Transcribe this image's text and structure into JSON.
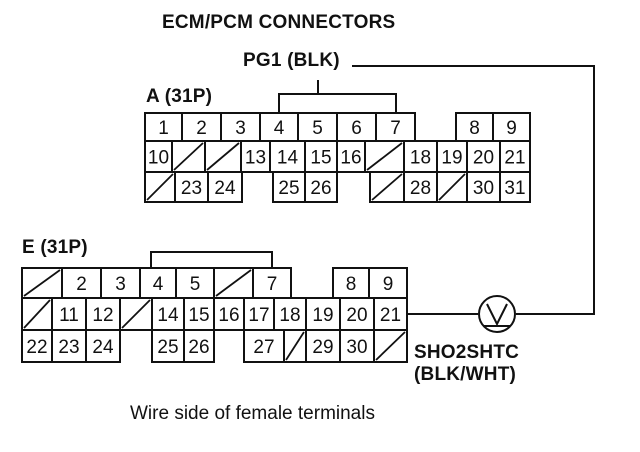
{
  "title": "ECM/PCM CONNECTORS",
  "pg1_label": "PG1 (BLK)",
  "connector_a": {
    "label": "A (31P)",
    "rows": [
      [
        "1",
        "2",
        "3",
        "4",
        "5",
        "6",
        "7",
        "",
        "8",
        "9"
      ],
      [
        "10",
        "/",
        "/",
        "13",
        "14",
        "15",
        "16",
        "/",
        "18",
        "19",
        "20",
        "21"
      ],
      [
        "/",
        "23",
        "24",
        "",
        "25",
        "26",
        "",
        "/",
        "28",
        "/",
        "30",
        "31"
      ]
    ]
  },
  "connector_e": {
    "label": "E (31P)",
    "rows": [
      [
        "/",
        "2",
        "3",
        "4",
        "5",
        "/",
        "7",
        "",
        "8",
        "9"
      ],
      [
        "/",
        "11",
        "12",
        "/",
        "14",
        "15",
        "16",
        "17",
        "18",
        "19",
        "20",
        "21"
      ],
      [
        "22",
        "23",
        "24",
        "",
        "25",
        "26",
        "",
        "27",
        "/",
        "29",
        "30",
        "/"
      ]
    ]
  },
  "sensor_label_1": "SHO2SHTC",
  "sensor_label_2": "(BLK/WHT)",
  "caption": "Wire side of female terminals",
  "colors": {
    "line": "#111111",
    "background": "#ffffff"
  }
}
